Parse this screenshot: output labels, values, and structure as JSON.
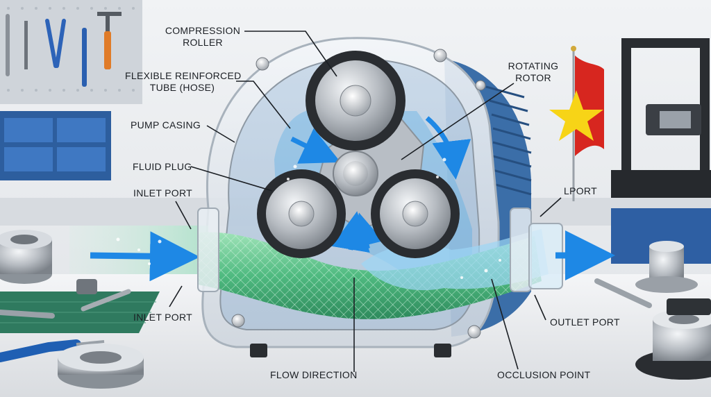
{
  "labels": {
    "compression_roller_1": "COMPRESSION",
    "compression_roller_2": "ROLLER",
    "flexible_tube_1": "FLEXIBLE REINFORCED",
    "flexible_tube_2": "TUBE (HOSE)",
    "pump_casing": "PUMP CASING",
    "fluid_plug": "FLUID PLUG",
    "inlet_port_top": "INLET PORT",
    "inlet_port_bottom": "INLET PORT",
    "rotating_rotor_1": "ROTATING",
    "rotating_rotor_2": "ROTOR",
    "lport": "LPORT",
    "outlet_port": "OUTLET PORT",
    "flow_direction": "FLOW DIRECTION",
    "occlusion_point": "OCCLUSION POINT"
  },
  "colors": {
    "casing_blue": "#3b6ea8",
    "tube_green": "#58c28a",
    "water_blue": "#4aa8e6",
    "flag_red": "#d7261f",
    "flag_star": "#f7d417",
    "mat_green": "#2f7a5f"
  }
}
